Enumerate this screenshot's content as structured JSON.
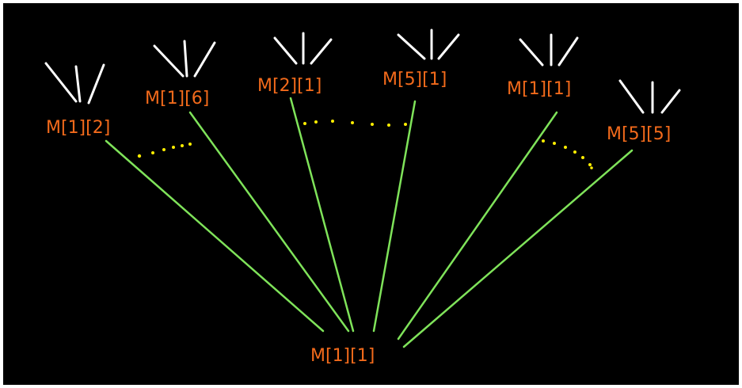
{
  "diagram": {
    "root": {
      "label": "M[1][1]"
    },
    "children": [
      {
        "label": "M[1][2]"
      },
      {
        "label": "M[1][6]"
      },
      {
        "label": "M[2][1]"
      },
      {
        "label": "M[5][1]"
      },
      {
        "label": "M[1][1]"
      },
      {
        "label": "M[5][5]"
      }
    ],
    "colors": {
      "background": "#000000",
      "label": "#f26a1b",
      "edge": "#7fe35a",
      "sub_branch": "#ffffff",
      "ellipsis": "#ffee00"
    }
  }
}
